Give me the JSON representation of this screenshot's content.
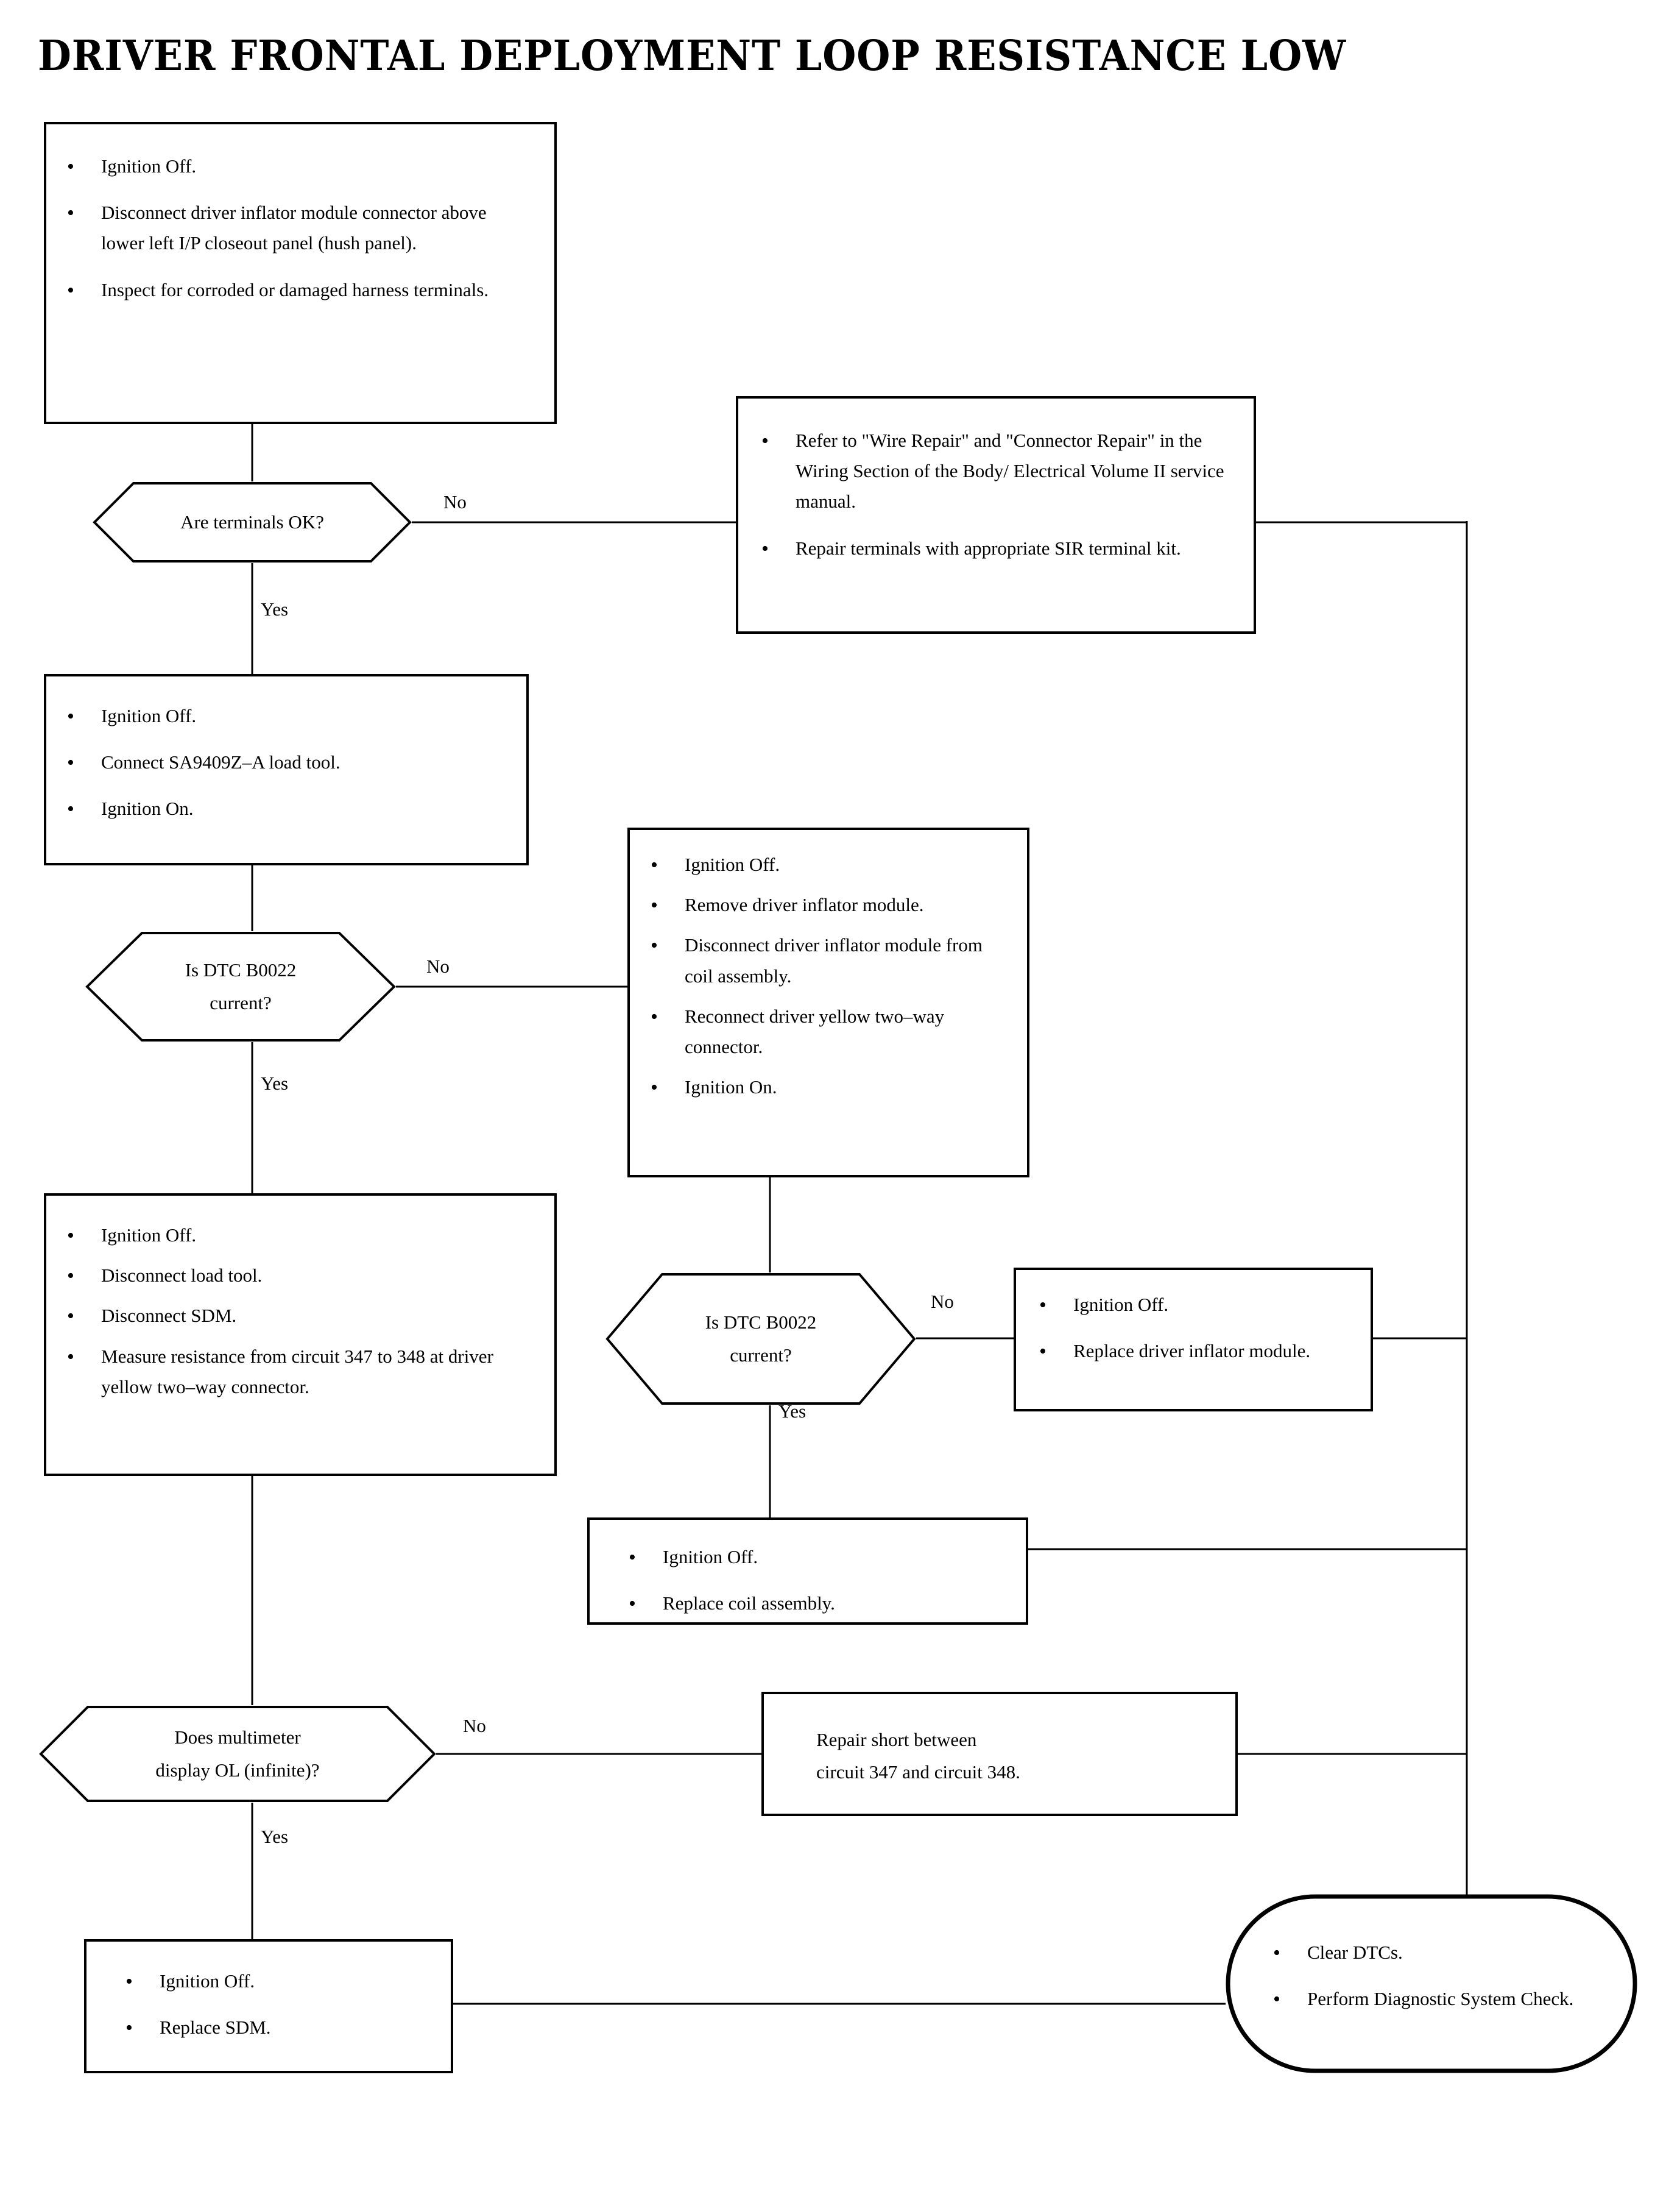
{
  "document": {
    "title": "DRIVER FRONTAL DEPLOYMENT LOOP RESISTANCE LOW",
    "type": "diagnostic-flowchart"
  },
  "nodes": {
    "step1": {
      "kind": "process",
      "bullets": [
        "Ignition Off.",
        "Disconnect driver inflator module connector above lower left I/P closeout panel (hush panel).",
        "Inspect for corroded or damaged harness terminals."
      ]
    },
    "decision1": {
      "kind": "decision",
      "line1": "Are terminals OK?",
      "line2": "",
      "yes_label": "Yes",
      "no_label": "No"
    },
    "repair_terminals": {
      "kind": "process",
      "bullets": [
        "Refer to \"Wire Repair\" and \"Connector Repair\" in the Wiring Section of the Body/ Electrical Volume II service manual.",
        "Repair terminals with appropriate SIR terminal kit."
      ]
    },
    "step2": {
      "kind": "process",
      "bullets": [
        "Ignition Off.",
        "Connect SA9409Z–A load tool.",
        "Ignition On."
      ]
    },
    "decision2": {
      "kind": "decision",
      "line1": "Is DTC B0022",
      "line2": "current?",
      "yes_label": "Yes",
      "no_label": "No"
    },
    "step3": {
      "kind": "process",
      "bullets": [
        "Ignition Off.",
        "Remove driver inflator module.",
        "Disconnect driver inflator module from coil assembly.",
        "Reconnect driver yellow two–way connector.",
        "Ignition On."
      ]
    },
    "step4": {
      "kind": "process",
      "bullets": [
        "Ignition Off.",
        "Disconnect load tool.",
        "Disconnect SDM.",
        "Measure resistance from circuit 347 to 348 at driver yellow two–way connector."
      ]
    },
    "decision3": {
      "kind": "decision",
      "line1": "Is DTC B0022",
      "line2": "current?",
      "yes_label": "Yes",
      "no_label": "No"
    },
    "replace_inflator": {
      "kind": "process",
      "bullets": [
        "Ignition Off.",
        "Replace driver inflator module."
      ]
    },
    "replace_coil": {
      "kind": "process",
      "bullets": [
        "Ignition Off.",
        "Replace coil assembly."
      ]
    },
    "decision4": {
      "kind": "decision",
      "line1": "Does multimeter",
      "line2": "display OL (infinite)?",
      "yes_label": "Yes",
      "no_label": "No"
    },
    "repair_short": {
      "kind": "process",
      "text_line1": "Repair short between",
      "text_line2": "circuit 347 and circuit 348."
    },
    "replace_sdm": {
      "kind": "process",
      "bullets": [
        "Ignition Off.",
        "Replace SDM."
      ]
    },
    "terminator": {
      "kind": "terminator",
      "bullets": [
        "Clear DTCs.",
        "Perform Diagnostic System Check."
      ]
    }
  },
  "colors": {
    "ink": "#000000",
    "paper": "#ffffff"
  }
}
